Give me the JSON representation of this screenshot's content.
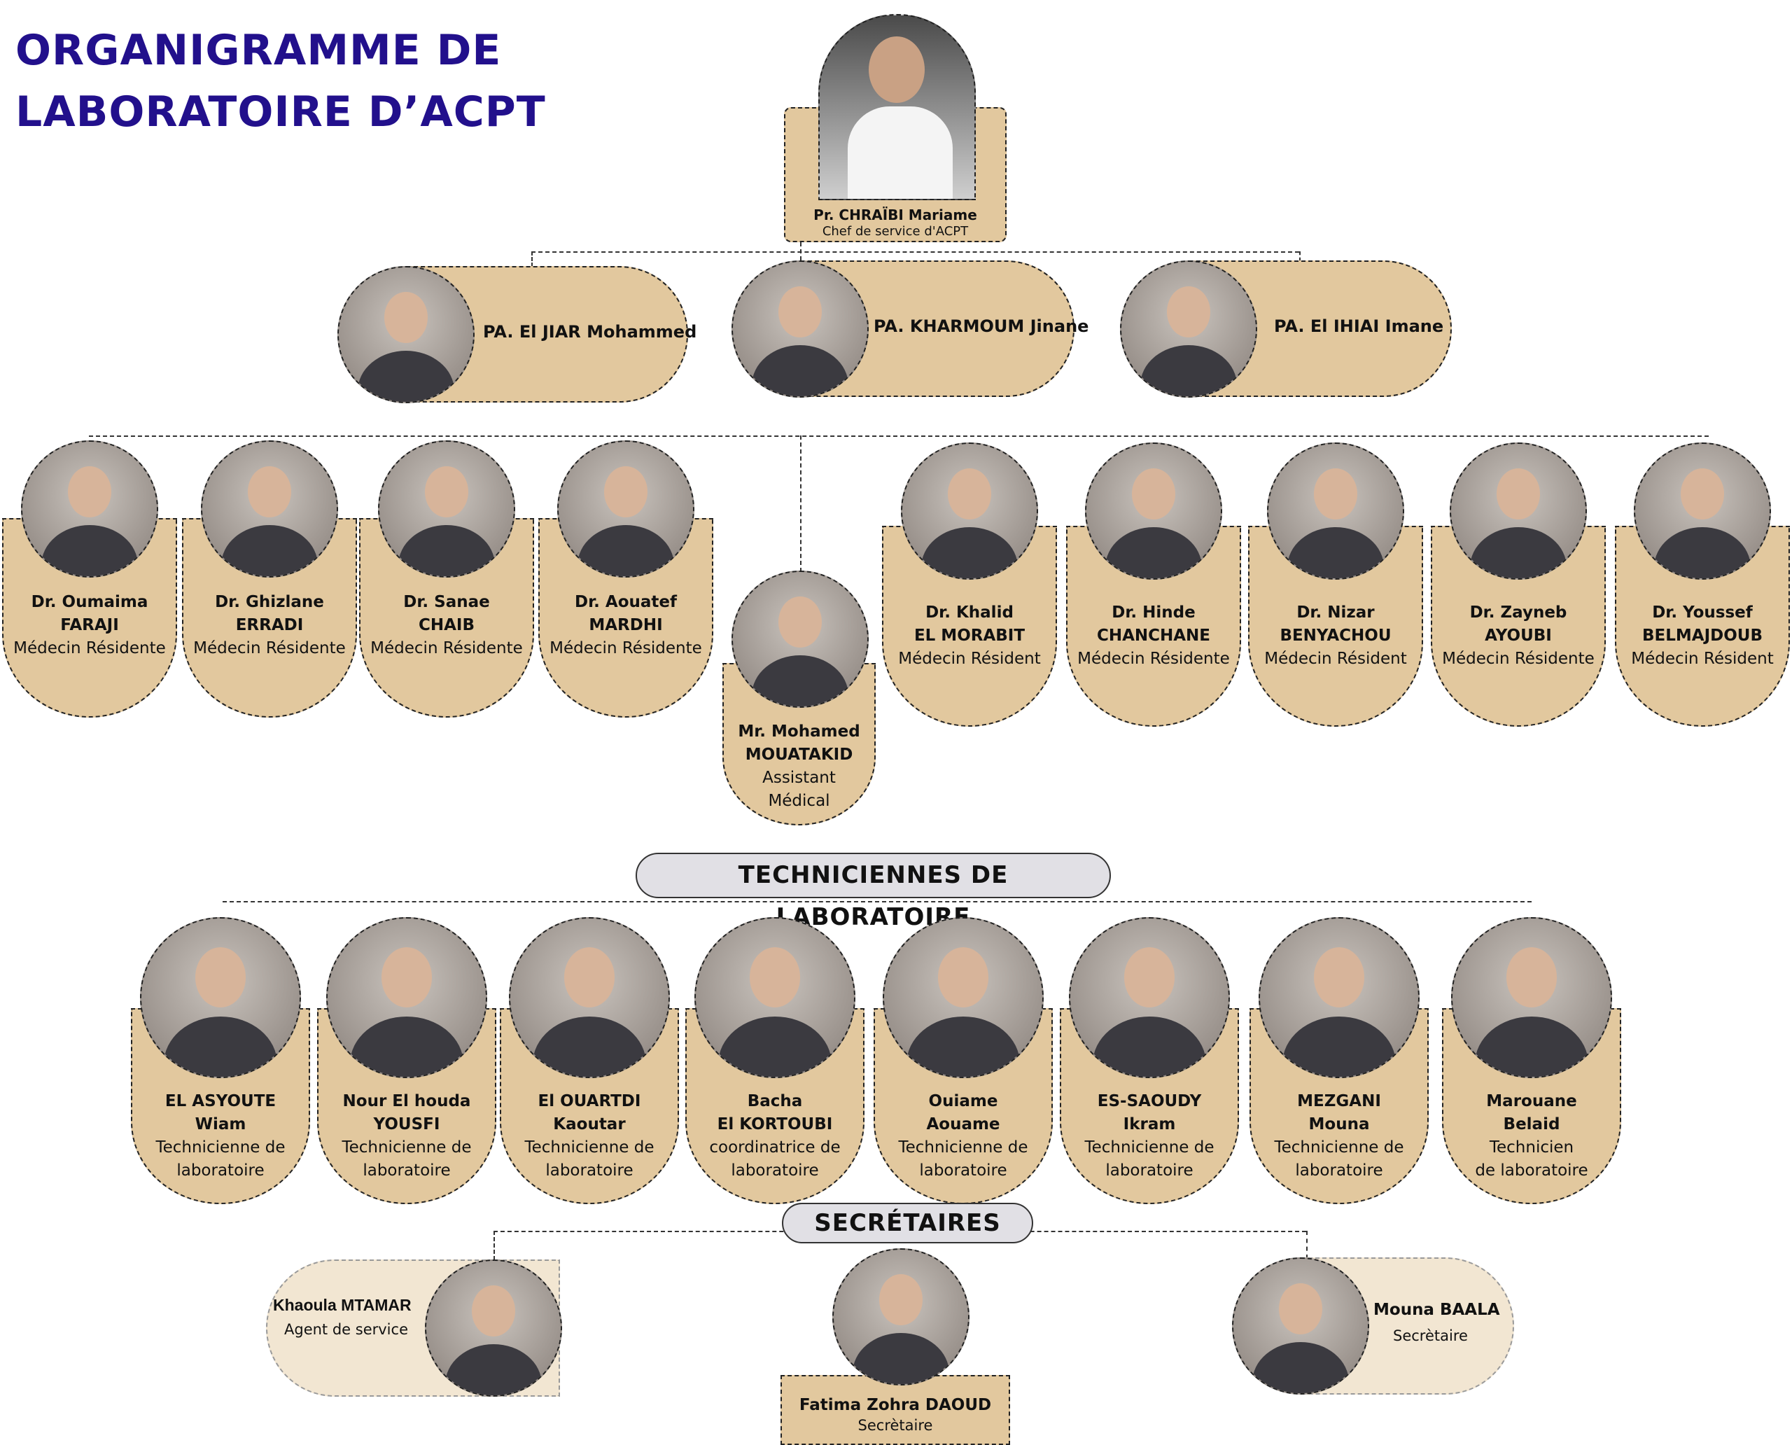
{
  "title": {
    "line1": "ORGANIGRAMME DE",
    "line2": "LABORATOIRE D’ACPT"
  },
  "colors": {
    "title": "#22108c",
    "card": "#e2c89e",
    "card_light": "#f2e6d2",
    "section": "#e1e0e5"
  },
  "chief": {
    "name": "Pr. CHRAÏBI Mariame",
    "role": "Chef de service d'ACPT"
  },
  "professors": [
    {
      "name": "PA. El JIAR Mohammed"
    },
    {
      "name": "PA. KHARMOUM Jinane"
    },
    {
      "name": "PA. El IHIAI Imane"
    }
  ],
  "residents": [
    {
      "first": "Dr. Oumaima",
      "last": "FARAJI",
      "role": "Médecin Résidente"
    },
    {
      "first": "Dr. Ghizlane",
      "last": "ERRADI",
      "role": "Médecin Résidente"
    },
    {
      "first": "Dr. Sanae",
      "last": "CHAIB",
      "role": "Médecin Résidente"
    },
    {
      "first": "Dr. Aouatef",
      "last": "MARDHI",
      "role": "Médecin Résidente"
    },
    {
      "first": "Dr. Khalid",
      "last": "EL MORABIT",
      "role": "Médecin Résident"
    },
    {
      "first": "Dr. Hinde",
      "last": "CHANCHANE",
      "role": "Médecin Résidente"
    },
    {
      "first": "Dr. Nizar",
      "last": "BENYACHOU",
      "role": "Médecin Résident"
    },
    {
      "first": "Dr. Zayneb",
      "last": "AYOUBI",
      "role": "Médecin Résidente"
    },
    {
      "first": "Dr. Youssef",
      "last": "BELMAJDOUB",
      "role": "Médecin Résident"
    }
  ],
  "assistant": {
    "first": "Mr. Mohamed",
    "last": "MOUATAKID",
    "role1": "Assistant",
    "role2": "Médical"
  },
  "technicians_header": "TECHNICIENNES DE LABORATOIRE",
  "technicians": [
    {
      "l1": "EL ASYOUTE",
      "l2": "Wiam",
      "r1": "Technicienne de",
      "r2": "laboratoire"
    },
    {
      "l1": "Nour El houda",
      "l2": "YOUSFI",
      "r1": "Technicienne de",
      "r2": "laboratoire"
    },
    {
      "l1": "El OUARTDI",
      "l2": "Kaoutar",
      "r1": "Technicienne de",
      "r2": "laboratoire"
    },
    {
      "l1": "Bacha",
      "l2": "El KORTOUBI",
      "r1": "coordinatrice de",
      "r2": "laboratoire"
    },
    {
      "l1": "Ouiame",
      "l2": "Aouame",
      "r1": "Technicienne de",
      "r2": "laboratoire"
    },
    {
      "l1": "ES-SAOUDY",
      "l2": "Ikram",
      "r1": "Technicienne de",
      "r2": "laboratoire"
    },
    {
      "l1": "MEZGANI",
      "l2": "Mouna",
      "r1": "Technicienne de",
      "r2": "laboratoire"
    },
    {
      "l1": "Marouane",
      "l2": "Belaid",
      "r1": "Technicien",
      "r2": "de laboratoire"
    }
  ],
  "secretaries_header": "SECRÉTAIRES",
  "secretaries": [
    {
      "name": "Khaoula MTAMAR",
      "role": "Agent de service"
    },
    {
      "name": "Fatima Zohra DAOUD",
      "role": "Secrètaire"
    },
    {
      "name": "Mouna BAALA",
      "role": "Secrètaire"
    }
  ]
}
